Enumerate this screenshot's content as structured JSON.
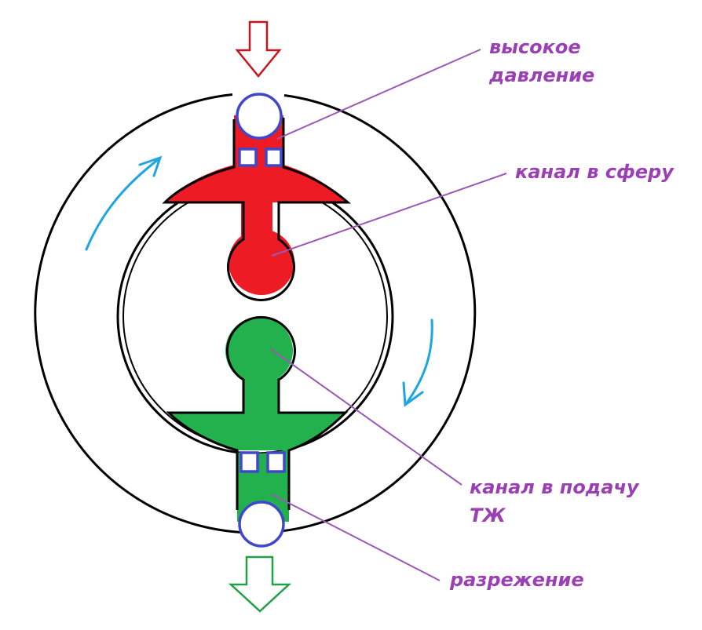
{
  "colors": {
    "high_pressure": "#ed1c24",
    "vacuum": "#22b14c",
    "outline": "#000000",
    "port": "#3f48cc",
    "rotation_arrow": "#1fa5e0",
    "arrow_in": "#c8151b",
    "arrow_out": "#22a048",
    "leader": "#9b59b6",
    "label": "#9b3fb5"
  },
  "labels": {
    "high_pressure_line1": "высокое",
    "high_pressure_line2": "давление",
    "channel_sphere": "канал в сферу",
    "channel_feed_line1": "канал в подачу",
    "channel_feed_line2": "ТЖ",
    "vacuum": "разрежение"
  },
  "icons": {
    "inlet": "arrow-down-outline-icon",
    "outlet": "arrow-down-outline-icon",
    "rotation": "curved-arrow-icon"
  }
}
